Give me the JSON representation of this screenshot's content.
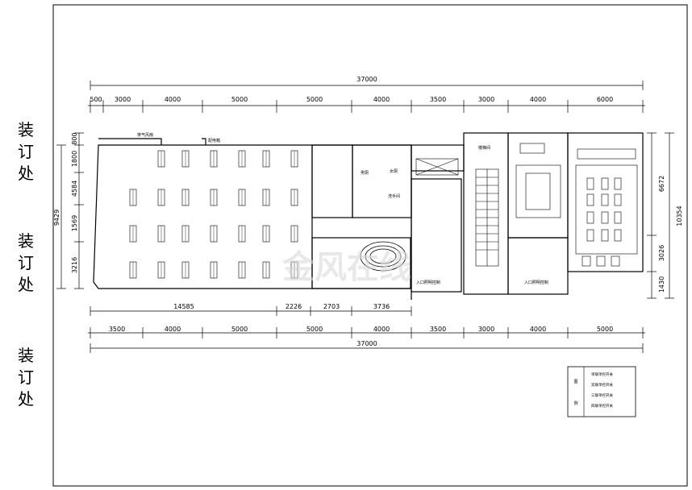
{
  "binding_labels": [
    "装\n订\n处",
    "装\n订\n处",
    "装\n订\n处"
  ],
  "dims_top": {
    "overall": "37000",
    "segments": [
      "500",
      "3000",
      "4000",
      "5000",
      "5000",
      "4000",
      "3500",
      "3000",
      "4000",
      "6000"
    ]
  },
  "dims_bottom": {
    "overall": "37000",
    "row1": [
      "14585",
      "2226",
      "2703",
      "3736"
    ],
    "row2": [
      "3500",
      "4000",
      "5000",
      "5000",
      "4000",
      "3500",
      "3000",
      "4000",
      "5000"
    ]
  },
  "dims_left": [
    "800",
    "1800",
    "4584",
    "1569",
    "9429",
    "3216"
  ],
  "dims_right": [
    "6672",
    "10354",
    "3026",
    "1430"
  ],
  "room_labels": {
    "exhaust_fan": "排气风扇",
    "distribution_box": "配电箱",
    "men_toilet": "男厕",
    "women_toilet": "女厕",
    "washroom": "洗手间",
    "stair": "楼梯间",
    "entry_note_a": "入口照明控制",
    "entry_note_b": "入口照明控制"
  },
  "legend": {
    "title_chars": [
      "图",
      "例"
    ],
    "items": [
      "单联单控开关",
      "双联单控开关",
      "三联单控开关",
      "四联单控开关"
    ]
  },
  "watermark": "金风在线"
}
